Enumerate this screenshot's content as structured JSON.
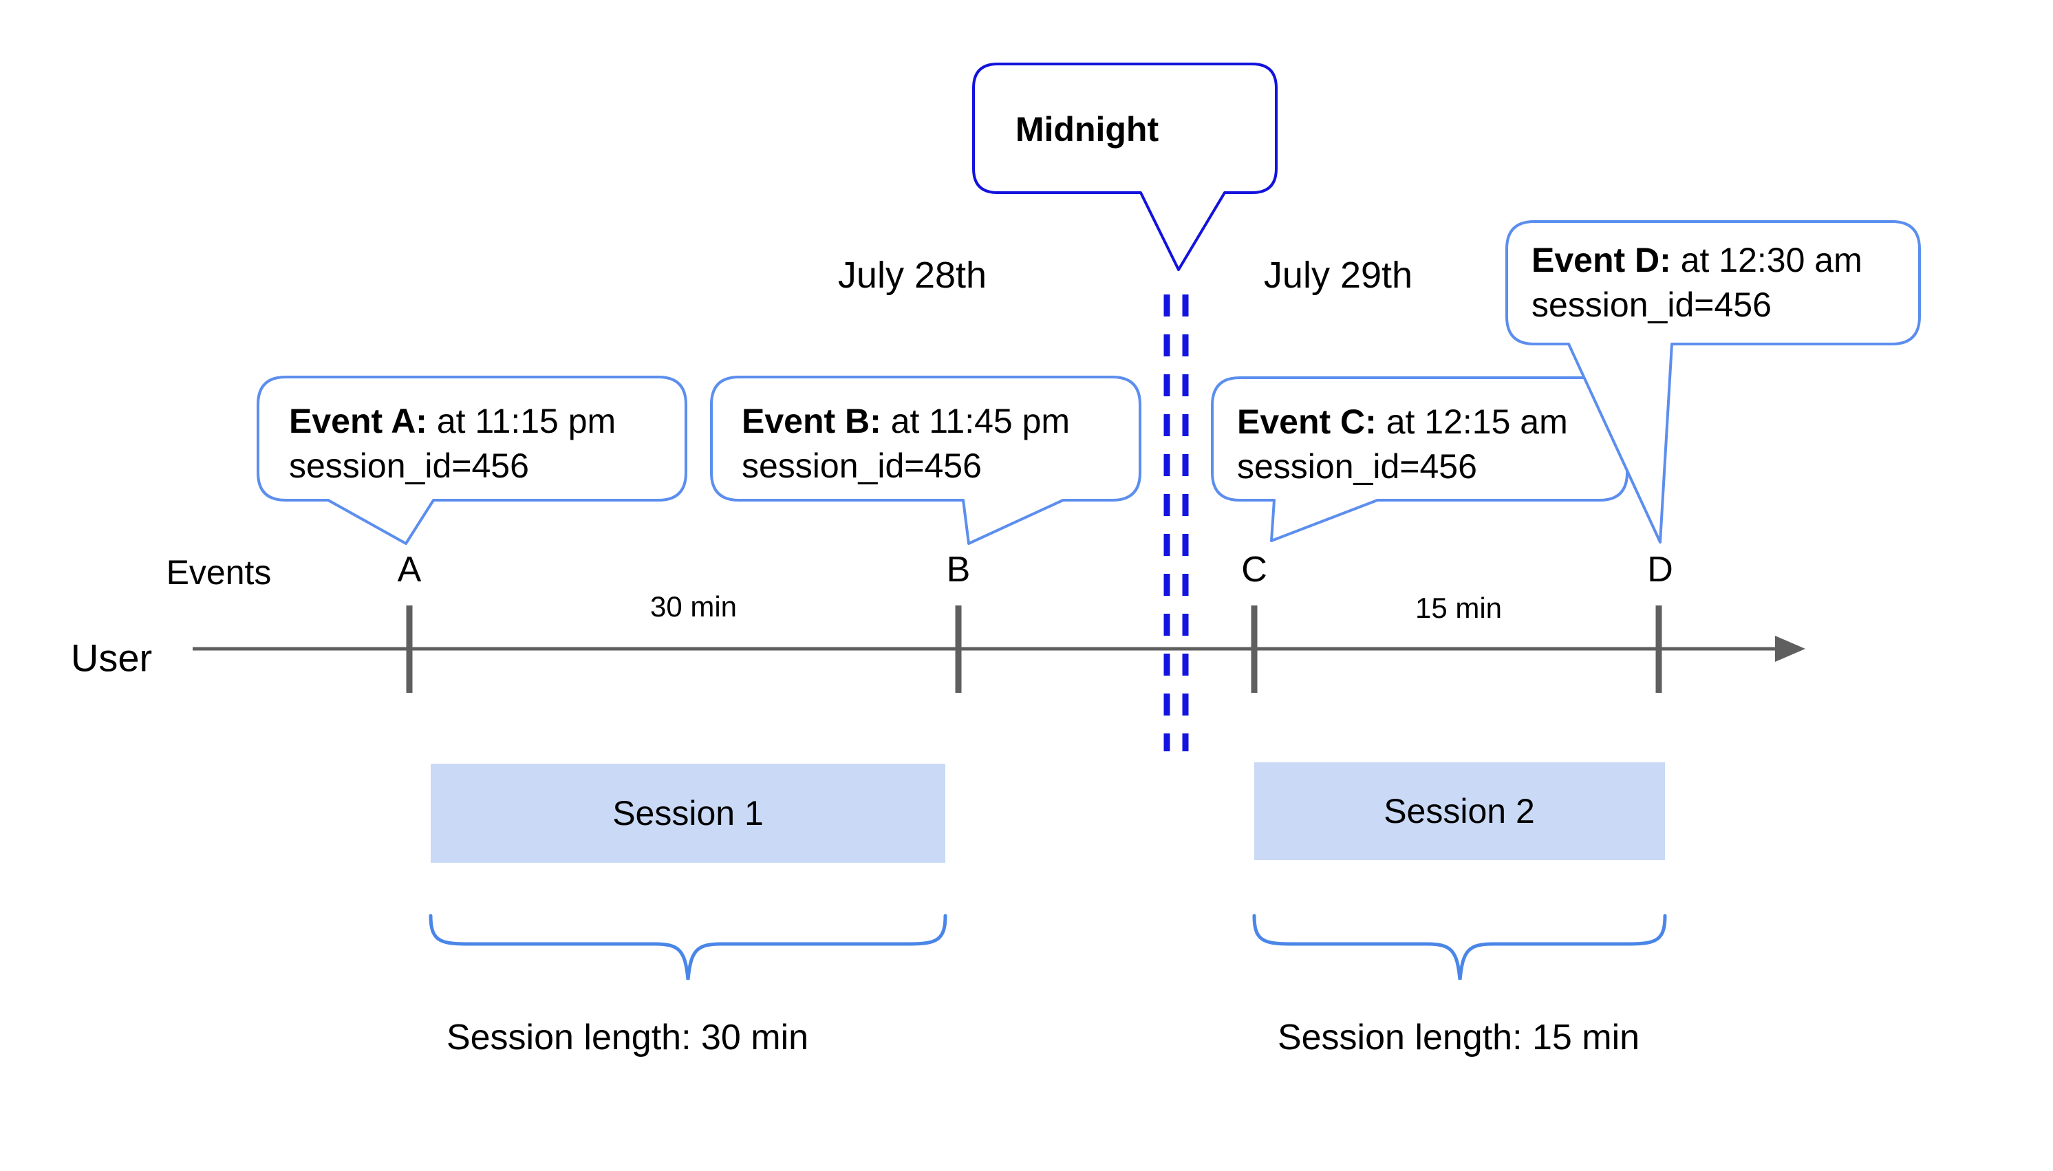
{
  "colors": {
    "callout_border_blue": "#5c8eee",
    "midnight_blue": "#1313dd",
    "dash_blue": "#1414e0",
    "timeline_gray": "#5f5f5f",
    "session_fill": "#c9d9f6",
    "brace_blue": "#4a86e8"
  },
  "midnight_callout": {
    "label": "Midnight"
  },
  "dates": {
    "before": "July 28th",
    "after": "July 29th"
  },
  "axis": {
    "events_row_label": "Events",
    "user_row_label": "User",
    "markers": [
      "A",
      "B",
      "C",
      "D"
    ],
    "intervals": {
      "first": "30 min",
      "second": "15 min"
    }
  },
  "callouts": [
    {
      "title": "Event A:",
      "detail": " at 11:15 pm",
      "session": "session_id=456"
    },
    {
      "title": "Event B:",
      "detail": " at 11:45 pm",
      "session": "session_id=456"
    },
    {
      "title": "Event C:",
      "detail": " at 12:15 am",
      "session": "session_id=456"
    },
    {
      "title": "Event D:",
      "detail": " at 12:30 am",
      "session": "session_id=456"
    }
  ],
  "sessions": [
    {
      "name": "Session 1",
      "length": "Session length: 30 min"
    },
    {
      "name": "Session 2",
      "length": "Session length: 15 min"
    }
  ]
}
